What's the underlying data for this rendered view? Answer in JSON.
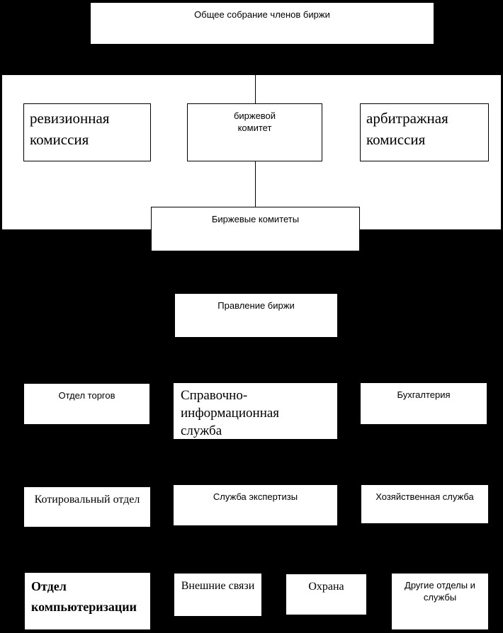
{
  "diagram": {
    "description": "Organizational structure chart of a stock exchange",
    "colors": {
      "background": "#000000",
      "node_fill": "#ffffff",
      "node_border": "#000000",
      "text": "#000000",
      "connector": "#000000"
    },
    "nodes": {
      "general_meeting": {
        "label": "Общее собрание членов биржи"
      },
      "revision_commission": {
        "label": "ревизионная\nкомиссия"
      },
      "exchange_committee": {
        "label": "биржевой\nкомитет"
      },
      "arbitration_commission": {
        "label": "арбитражная\nкомиссия"
      },
      "exchange_committees": {
        "label": "Биржевые комитеты"
      },
      "exchange_board": {
        "label": "Правление биржи"
      },
      "trading_department": {
        "label": "Отдел торгов"
      },
      "information_service": {
        "label": "Справочно-\nинформационная\nслужба"
      },
      "accounting": {
        "label": "Бухгалтерия"
      },
      "quotation_department": {
        "label": "Котировальный отдел"
      },
      "expertise_service": {
        "label": "Служба экспертизы"
      },
      "household_service": {
        "label": "Хозяйственная служба"
      },
      "computerization_department": {
        "label": "Отдел\nкомпьютеризации"
      },
      "external_relations": {
        "label": "Внешние связи"
      },
      "security": {
        "label": "Охрана"
      },
      "other_departments": {
        "label": "Другие отделы и\nслужбы"
      }
    },
    "edges": [
      {
        "from": "general_meeting",
        "to": "exchange_committee"
      },
      {
        "from": "exchange_committee",
        "to": "exchange_committees"
      }
    ]
  }
}
